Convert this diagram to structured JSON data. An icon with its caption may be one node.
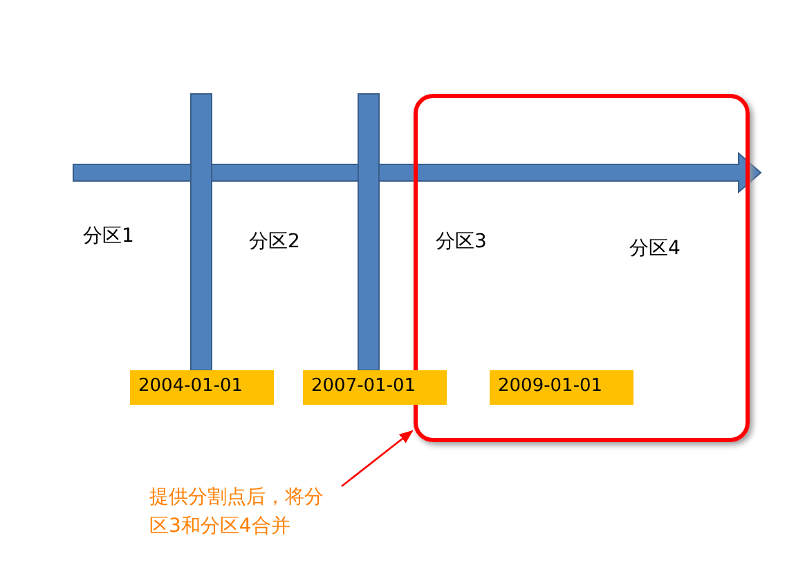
{
  "diagram": {
    "nodes": [
      {
        "text": [
          "2004-01-01"
        ]
      },
      {
        "text": [
          "2007-01-01"
        ]
      },
      {
        "text": [],
        "shape": "box"
      },
      {
        "text": [
          "2009-01-01"
        ],
        "in": 2
      },
      {
        "text": [
          "提供分割点后，将分区3和分区4合并"
        ]
      }
    ],
    "edges": [
      {
        "from": 4,
        "to": 2,
        "arrow": "to"
      }
    ],
    "labels": [
      "分区1",
      "分区2",
      "分区3",
      "分区4"
    ]
  }
}
